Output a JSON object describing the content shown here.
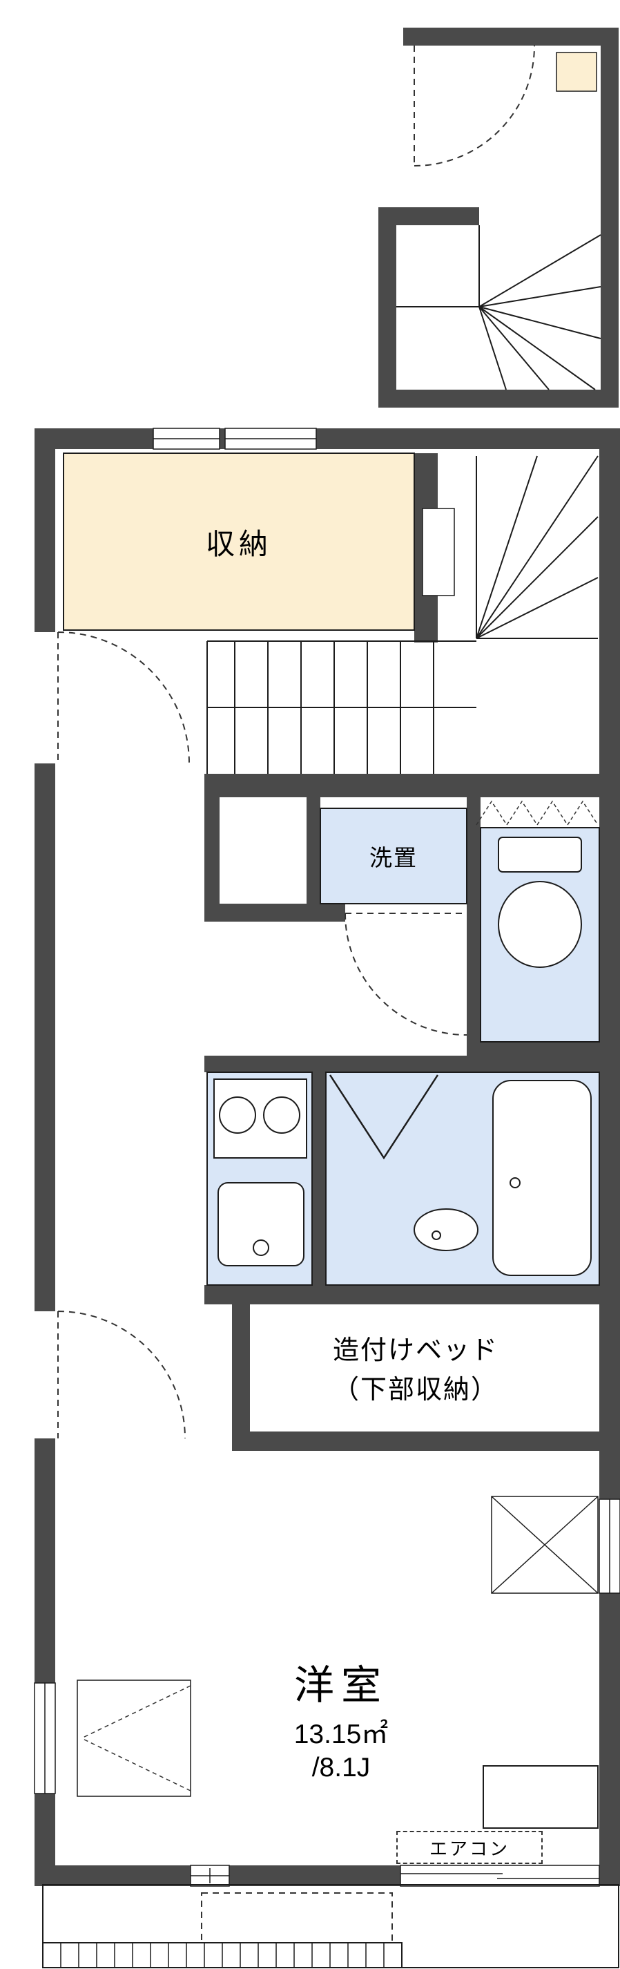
{
  "floorplan": {
    "storage": {
      "label": "収納"
    },
    "laundry": {
      "label": "洗置"
    },
    "built_in_bed": {
      "line1": "造付けベッド",
      "line2": "（下部収納）"
    },
    "western_room": {
      "label": "洋室",
      "area_m2": "13.15㎡",
      "area_tatami": "/8.1J"
    },
    "aircon": {
      "label": "エアコン"
    },
    "colors": {
      "wall": "#4a4a4a",
      "line": "#1c1c1c",
      "dashed": "#333333",
      "storage_fill": "#fcefd2",
      "wet_area_fill": "#d9e6f7",
      "background": "#ffffff"
    }
  }
}
